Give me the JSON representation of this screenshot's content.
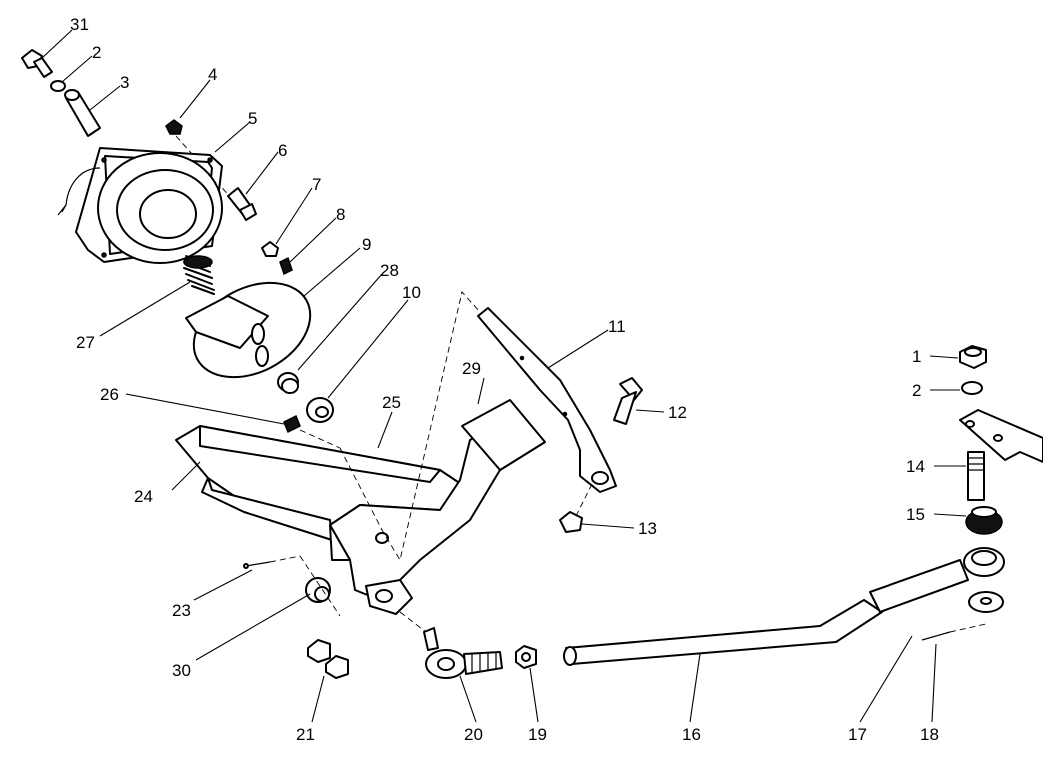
{
  "callouts": {
    "c1": "1",
    "c2a": "2",
    "c2b": "2",
    "c3": "3",
    "c4": "4",
    "c5": "5",
    "c6": "6",
    "c7": "7",
    "c8": "8",
    "c9": "9",
    "c10": "10",
    "c11": "11",
    "c12": "12",
    "c13": "13",
    "c14": "14",
    "c15": "15",
    "c16": "16",
    "c17": "17",
    "c18": "18",
    "c19": "19",
    "c20": "20",
    "c21": "21",
    "c23": "23",
    "c24": "24",
    "c25": "25",
    "c26": "26",
    "c27": "27",
    "c28": "28",
    "c29": "29",
    "c30": "30",
    "c31": "31"
  }
}
